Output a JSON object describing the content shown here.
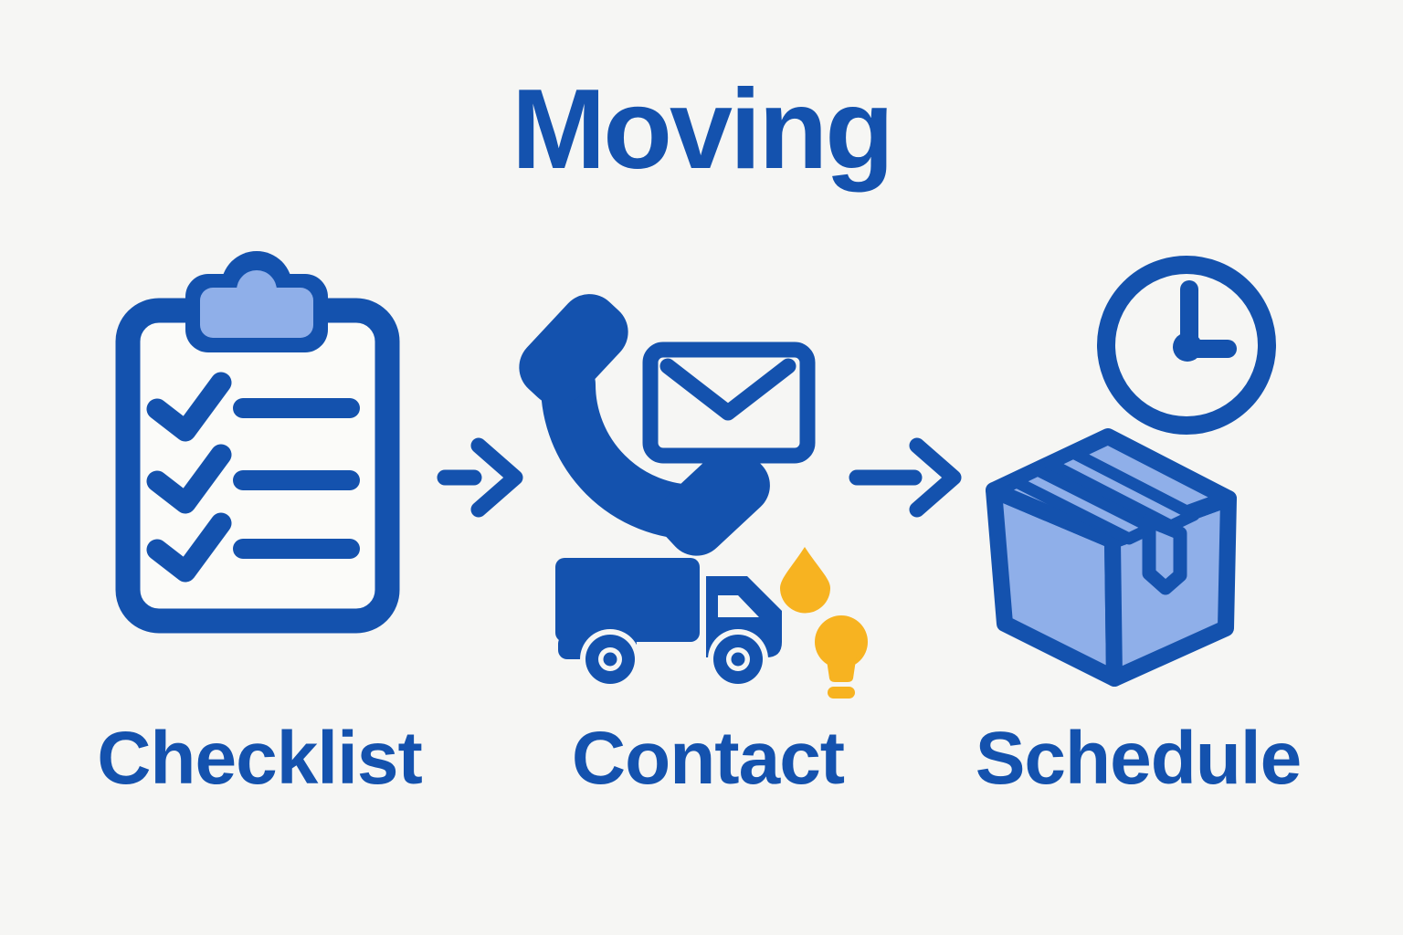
{
  "title": "Moving",
  "colors": {
    "background": "#f6f6f4",
    "primary_blue": "#1452ae",
    "light_blue": "#8fafe9",
    "accent_yellow": "#f7b321",
    "paper_white": "#fbfbf9"
  },
  "steps": [
    {
      "label": "Checklist",
      "icons": [
        "clipboard-icon",
        "checkmark-icon"
      ]
    },
    {
      "label": "Contact",
      "icons": [
        "phone-icon",
        "envelope-icon",
        "truck-icon",
        "droplet-icon",
        "lightbulb-icon"
      ]
    },
    {
      "label": "Schedule",
      "icons": [
        "clock-icon",
        "box-icon"
      ]
    }
  ],
  "connectors": [
    {
      "icon": "arrow-right-icon"
    },
    {
      "icon": "arrow-right-icon"
    }
  ]
}
